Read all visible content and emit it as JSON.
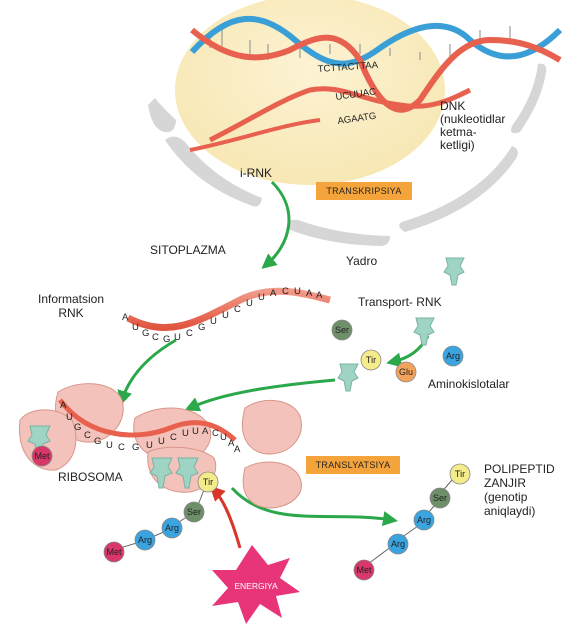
{
  "dna": {
    "label": "DNK",
    "note_lines": [
      "(nukleotidlar",
      "ketma-",
      "ketligi)"
    ],
    "top_sequence": "TCTTACTTAA",
    "lower_sequence_1": "UCUUAC",
    "lower_sequence_2": "AGAATG"
  },
  "labels": {
    "i_rnk": "i-RNK",
    "transcription": "TRANSKRIPSIYA",
    "cytoplasm": "SITOPLAZMA",
    "nucleus": "Yadro",
    "info_rnk_line1": "Informatsion",
    "info_rnk_line2": "RNK",
    "transport_rnk": "Transport-  RNK",
    "amino_acids": "Aminokislotalar",
    "ribosome": "RIBOSOMA",
    "translation": "TRANSLYATSIYA",
    "polypeptide_lines": [
      "POLIPEPTID",
      "ZANJIR",
      "(genotip",
      "aniqlaydi)"
    ],
    "energy": "ENERGIYA"
  },
  "mrna_sequence": [
    "A",
    "U",
    "G",
    "C",
    "G",
    "U",
    "C",
    "G",
    "U",
    "U",
    "C",
    "U",
    "U",
    "A",
    "C",
    "U",
    "A",
    "A"
  ],
  "ribosome_sequence": [
    "A",
    "U",
    "G",
    "C",
    "G",
    "U",
    "C",
    "G",
    "U",
    "U",
    "C",
    "U",
    "U",
    "A",
    "C",
    "U",
    "A",
    "A"
  ],
  "amino_acids": {
    "ser": "Ser",
    "tir": "Tir",
    "arg": "Arg",
    "glu": "Glu",
    "met": "Met"
  },
  "chain": [
    "Met",
    "Arg",
    "Arg",
    "Ser",
    "Tir"
  ],
  "free_chain": [
    "Met",
    "Arg",
    "Arg",
    "Ser",
    "Tir"
  ],
  "colors": {
    "dna_blue": "#3a9fd6",
    "dna_red": "#e8604e",
    "nucleus_fill": "#fbefc8",
    "membrane": "#cfcfcf",
    "arrow_green": "#2aa84a",
    "ribosome": "#f3c3bb",
    "trna": "#9fd3c4",
    "label_box": "#f4a43a",
    "met": "#d9366a",
    "arg": "#3aa4e0",
    "ser": "#6f8f6a",
    "tir": "#f4ec8a",
    "glu": "#f2a25a",
    "energy": "#e8357a"
  }
}
